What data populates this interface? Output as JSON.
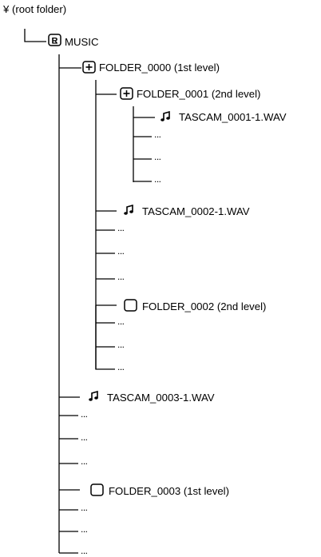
{
  "root": {
    "label": "¥ (root folder)"
  },
  "music": {
    "label": "MUSIC",
    "icon": "music-folder-icon"
  },
  "folder_0000": {
    "label": "FOLDER_0000 (1st level)",
    "icon": "expanded-folder-icon"
  },
  "folder_0001": {
    "label": "FOLDER_0001 (2nd level)",
    "icon": "expanded-folder-icon"
  },
  "file_0001": {
    "label": "TASCAM_0001-1.WAV",
    "icon": "music-note-icon"
  },
  "file_0002": {
    "label": "TASCAM_0002-1.WAV",
    "icon": "music-note-icon"
  },
  "folder_0002": {
    "label": "FOLDER_0002 (2nd level)",
    "icon": "empty-folder-icon"
  },
  "file_0003": {
    "label": "TASCAM_0003-1.WAV",
    "icon": "music-note-icon"
  },
  "folder_0003": {
    "label": "FOLDER_0003 (1st level)",
    "icon": "empty-folder-icon"
  },
  "ellipsis": "..."
}
